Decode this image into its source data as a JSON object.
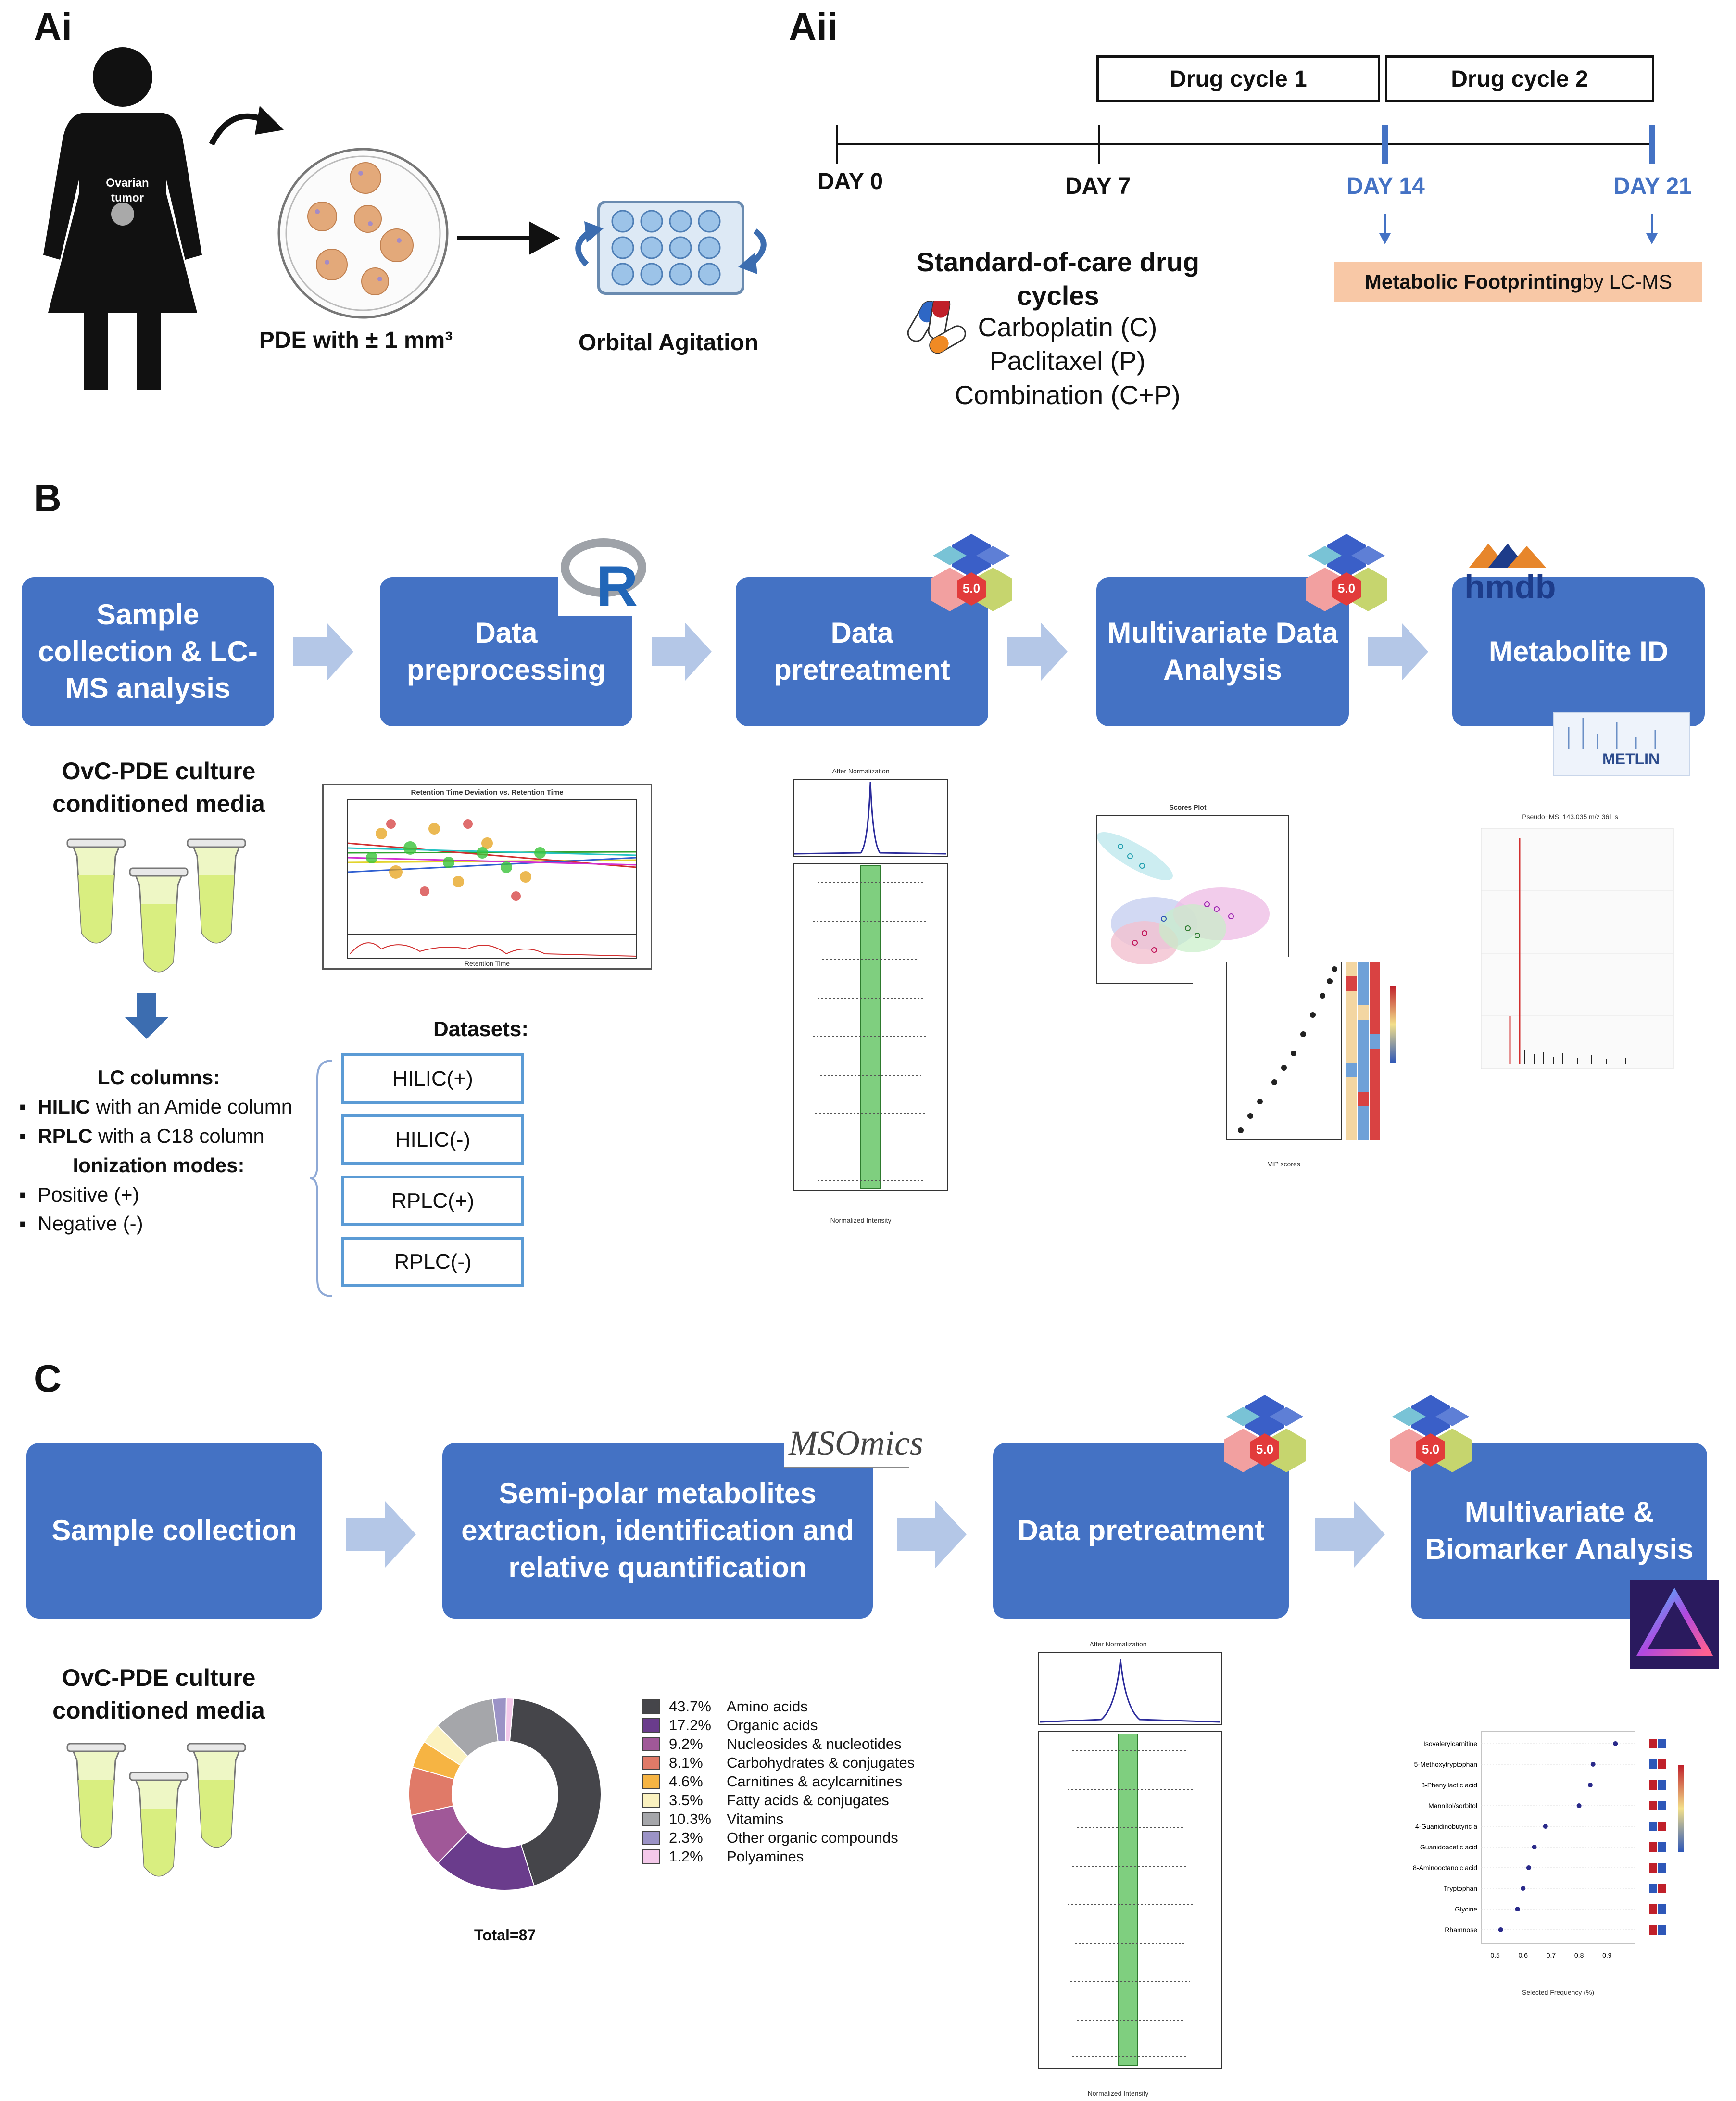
{
  "panel_labels": {
    "ai": "Ai",
    "aii": "Aii",
    "b": "B",
    "c": "C"
  },
  "panel_ai": {
    "tumor_label_line1": "Ovarian",
    "tumor_label_line2": "tumor",
    "pde_label": "PDE with ± 1 mm³",
    "agitation_label": "Orbital Agitation"
  },
  "panel_aii": {
    "cycle1": "Drug cycle 1",
    "cycle2": "Drug cycle 2",
    "days": [
      "DAY 0",
      "DAY 7",
      "DAY 14",
      "DAY 21"
    ],
    "footprint_bold": "Metabolic Footprinting",
    "footprint_rest": " by LC-MS",
    "soc_title_line1": "Standard-of-care drug",
    "soc_title_line2": "cycles",
    "drugs": [
      "Carboplatin (C)",
      "Paclitaxel (P)",
      "Combination (C+P)"
    ]
  },
  "panel_b": {
    "steps": [
      "Sample collection & LC-MS analysis",
      "Data preprocessing",
      "Data pretreatment",
      "Multivariate Data Analysis",
      "Metabolite ID"
    ],
    "sample_title_line1": "OvC-PDE culture",
    "sample_title_line2": "conditioned media",
    "lc_title": "LC columns:",
    "lc_items": [
      {
        "bold": "HILIC",
        "rest": " with an Amide column"
      },
      {
        "bold": "RPLC",
        "rest": " with a C18 column"
      }
    ],
    "ion_title": "Ionization modes:",
    "ion_items": [
      "Positive (+)",
      "Negative (-)"
    ],
    "datasets_title": "Datasets:",
    "datasets": [
      "HILIC(+)",
      "HILIC(-)",
      "RPLC(+)",
      "RPLC(-)"
    ],
    "rt_plot_title": "Retention Time Deviation vs. Retention Time",
    "rt_xlabel": "Retention Time",
    "norm_title": "After Normalization",
    "norm_xlabel": "Normalized Intensity",
    "scores_title": "Scores Plot",
    "vip_xlabel": "VIP scores",
    "ms_title": "Pseudo−MS: 143.035 m/z 361 s",
    "hmdb_label": "hmdb",
    "metlin_label": "METLIN",
    "r_label": "R",
    "ma_version": "5.0"
  },
  "panel_c": {
    "steps": [
      "Sample collection",
      "Semi-polar metabolites extraction, identification and relative quantification",
      "Data pretreatment",
      "Multivariate & Biomarker Analysis"
    ],
    "sample_title_line1": "OvC-PDE culture",
    "sample_title_line2": "conditioned media",
    "msomics_label": "MSOmics",
    "total_label": "Total=87",
    "vip_xlabel": "Selected Frequency (%)",
    "biomarkers": [
      "Isovalerylcarnitine",
      "5-Methoxytryptophan",
      "3-Phenyllactic acid",
      "Mannitol/sorbitol",
      "4-Guanidinobutyric a",
      "Guanidoacetic acid",
      "8-Aminooctanoic acid",
      "Tryptophan",
      "Glycine",
      "Rhamnose"
    ],
    "biomarker_freq": [
      0.93,
      0.85,
      0.84,
      0.8,
      0.68,
      0.64,
      0.62,
      0.6,
      0.58,
      0.52
    ],
    "freq_ticks": [
      "0.5",
      "0.6",
      "0.7",
      "0.8",
      "0.9"
    ]
  },
  "chart_data": [
    {
      "type": "pie",
      "title": "",
      "total": "Total=87",
      "slices": [
        {
          "label": "Amino acids",
          "percent": 43.7,
          "display": "43.7%",
          "color": "#45454a"
        },
        {
          "label": "Organic acids",
          "percent": 17.2,
          "display": "17.2%",
          "color": "#6a3c8c"
        },
        {
          "label": "Nucleosides & nucleotides",
          "percent": 9.2,
          "display": "9.2%",
          "color": "#a05898"
        },
        {
          "label": "Carbohydrates & conjugates",
          "percent": 8.1,
          "display": "8.1%",
          "color": "#e07a68"
        },
        {
          "label": "Carnitines & acylcarnitines",
          "percent": 4.6,
          "display": "4.6%",
          "color": "#f6b443"
        },
        {
          "label": "Fatty acids & conjugates",
          "percent": 3.5,
          "display": "3.5%",
          "color": "#fbf2c0"
        },
        {
          "label": "Vitamins",
          "percent": 10.3,
          "display": "10.3%",
          "color": "#a5a6aa"
        },
        {
          "label": "Other organic compounds",
          "percent": 2.3,
          "display": "2.3%",
          "color": "#9b93c6"
        },
        {
          "label": "Polyamines",
          "percent": 1.2,
          "display": "1.2%",
          "color": "#f4c9ea"
        }
      ]
    }
  ]
}
